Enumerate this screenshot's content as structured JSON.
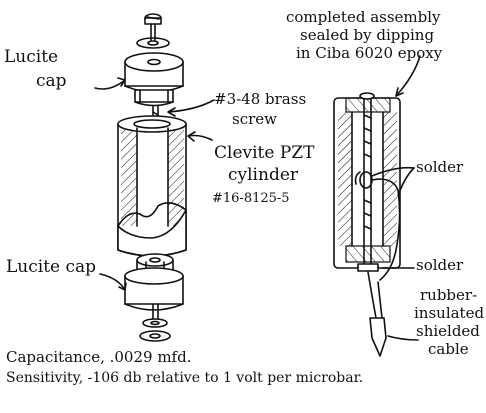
{
  "labels": {
    "lucite_cap_top": [
      "Lucite",
      "cap"
    ],
    "brass_screw": [
      "#3-48 brass",
      "screw"
    ],
    "pzt_cylinder": [
      "Clevite PZT",
      "cylinder",
      "#16-8125-5"
    ],
    "lucite_cap_bottom": "Lucite cap",
    "completed_assembly": [
      "completed assembly",
      "sealed by dipping",
      "in Ciba 6020 epoxy"
    ],
    "solder_upper": "solder",
    "solder_lower": "solder",
    "cable": [
      "rubber-",
      "insulated",
      "shielded",
      "cable"
    ],
    "capacitance": "Capacitance,  .0029 mfd.",
    "sensitivity": "Sensitivity, -106 db  relative to 1 volt per microbar."
  }
}
